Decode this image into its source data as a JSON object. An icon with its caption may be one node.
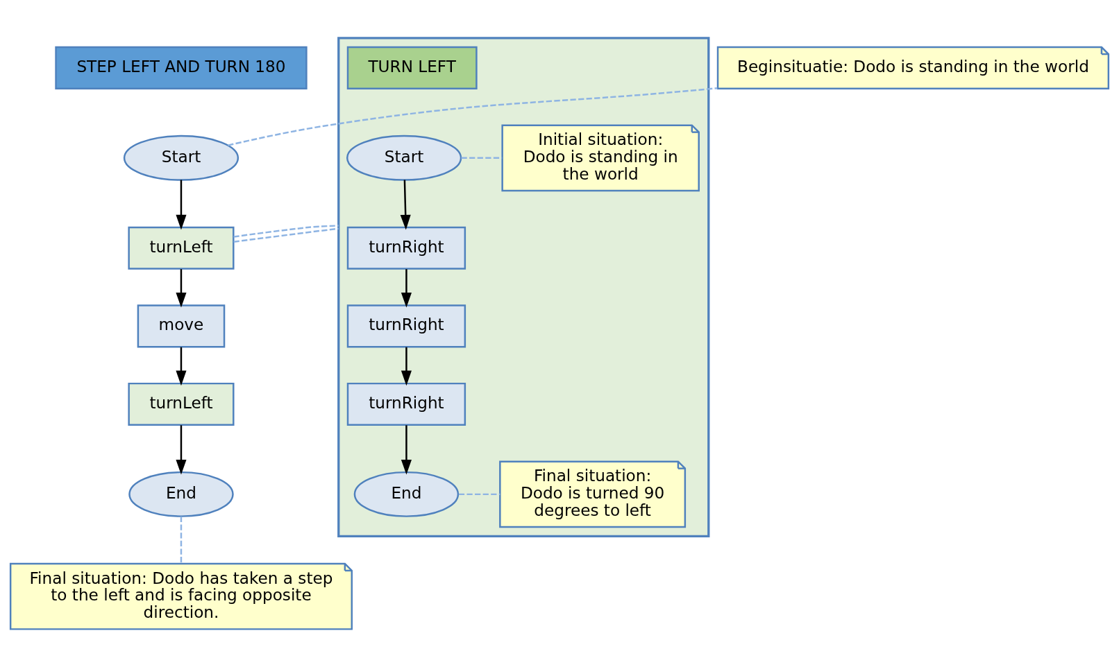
{
  "diagram": {
    "nodes": [
      {
        "text": [
          "STEP LEFT AND TURN 180"
        ]
      },
      {
        "text": [
          "Beginsituatie: Dodo is standing in the world"
        ]
      },
      {
        "text": [
          "Start"
        ]
      },
      {
        "text": [
          "turnLeft"
        ]
      },
      {
        "text": [
          "move"
        ]
      },
      {
        "text": [
          "turnLeft"
        ]
      },
      {
        "text": [
          "End"
        ]
      },
      {
        "text": [
          "Final situation: Dodo has taken a step to the left and is facing opposite direction."
        ]
      },
      {
        "text": [],
        "shape": "box"
      },
      {
        "text": [
          "TURN LEFT"
        ],
        "in": 8
      },
      {
        "text": [
          "Start"
        ],
        "in": 8
      },
      {
        "text": [
          "Initial situation: Dodo is standing in the world"
        ],
        "in": 8
      },
      {
        "text": [
          "turnRight"
        ],
        "in": 8
      },
      {
        "text": [
          "turnRight"
        ],
        "in": 8
      },
      {
        "text": [
          "turnRight"
        ],
        "in": 8
      },
      {
        "text": [
          "End"
        ],
        "in": 8
      },
      {
        "text": [
          "Final situation: Dodo is turned 90 degrees to left"
        ],
        "in": 8
      }
    ],
    "edges": [
      {
        "from": 2,
        "to": 1,
        "arrow": "none",
        "style": "dashed",
        "color": "#8eb4e3"
      },
      {
        "from": 2,
        "to": 3,
        "arrow": "to"
      },
      {
        "from": 3,
        "to": 4,
        "arrow": "to"
      },
      {
        "from": 4,
        "to": 5,
        "arrow": "to"
      },
      {
        "from": 5,
        "to": 6,
        "arrow": "to"
      },
      {
        "from": 6,
        "to": 7,
        "arrow": "none",
        "style": "dashed",
        "color": "#8eb4e3"
      },
      {
        "from": 3,
        "to": 8,
        "arrow": "none",
        "style": "dashed",
        "color": "#8eb4e3"
      },
      {
        "from": 3,
        "to": 8,
        "arrow": "none",
        "style": "dashed",
        "color": "#8eb4e3"
      },
      {
        "from": 10,
        "to": 11,
        "arrow": "none",
        "style": "dashed",
        "color": "#8eb4e3"
      },
      {
        "from": 10,
        "to": 12,
        "arrow": "to"
      },
      {
        "from": 12,
        "to": 13,
        "arrow": "to"
      },
      {
        "from": 13,
        "to": 14,
        "arrow": "to"
      },
      {
        "from": 14,
        "to": 15,
        "arrow": "to"
      },
      {
        "from": 15,
        "to": 16,
        "arrow": "none",
        "style": "dashed",
        "color": "#8eb4e3"
      }
    ]
  }
}
